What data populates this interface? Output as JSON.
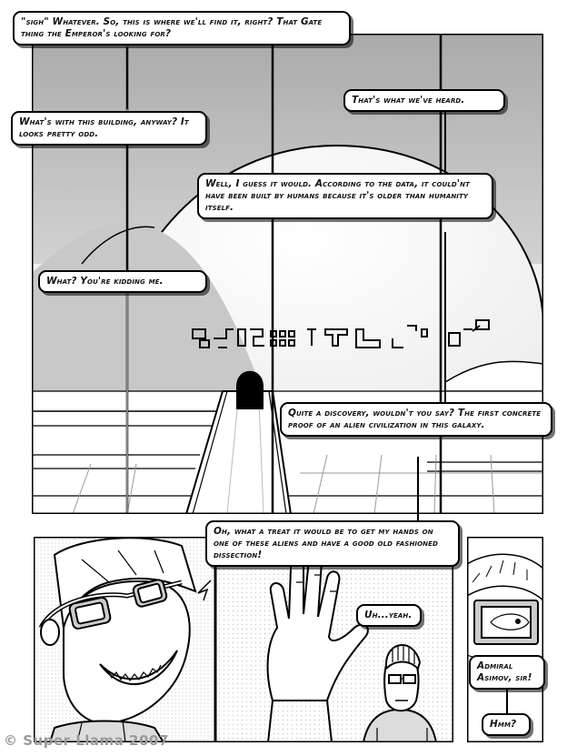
{
  "panel1": {
    "bubbles": {
      "sigh": "\"sigh\" Whatever. So, this is where we'll find it, right? That Gate thing the Emperor's looking for?",
      "heard": "That's what we've heard.",
      "building": "What's with this building, anyway? It looks pretty odd.",
      "guess": "Well, I guess it would. According to the data, it could'nt have been built by humans because it's older than humanity itself.",
      "kidding": "What? You're kidding me.",
      "discovery": "Quite a discovery, wouldn't you say? The first concrete proof of an alien civilization in this galaxy."
    }
  },
  "panel2": {
    "bubbles": {
      "treat": "Oh, what a treat it would be to get my hands on one of these aliens and have a good old fashioned dissection!"
    }
  },
  "panel3": {
    "bubbles": {
      "yeah": "Uh...yeah."
    }
  },
  "panel4": {
    "bubbles": {
      "admiral": "Admiral Asimov, sir!",
      "hmm": "Hmm?"
    }
  },
  "credit": "© Super Llama 2007",
  "colors": {
    "ink": "#000000",
    "sky_gray": "#b5b5b5",
    "mid_gray": "#d2d2d2",
    "credit_gray": "#9a9a9a"
  },
  "icons": [
    "alien-glyph-inscription",
    "building-doorway",
    "goggles",
    "hand",
    "monitor-screen"
  ]
}
